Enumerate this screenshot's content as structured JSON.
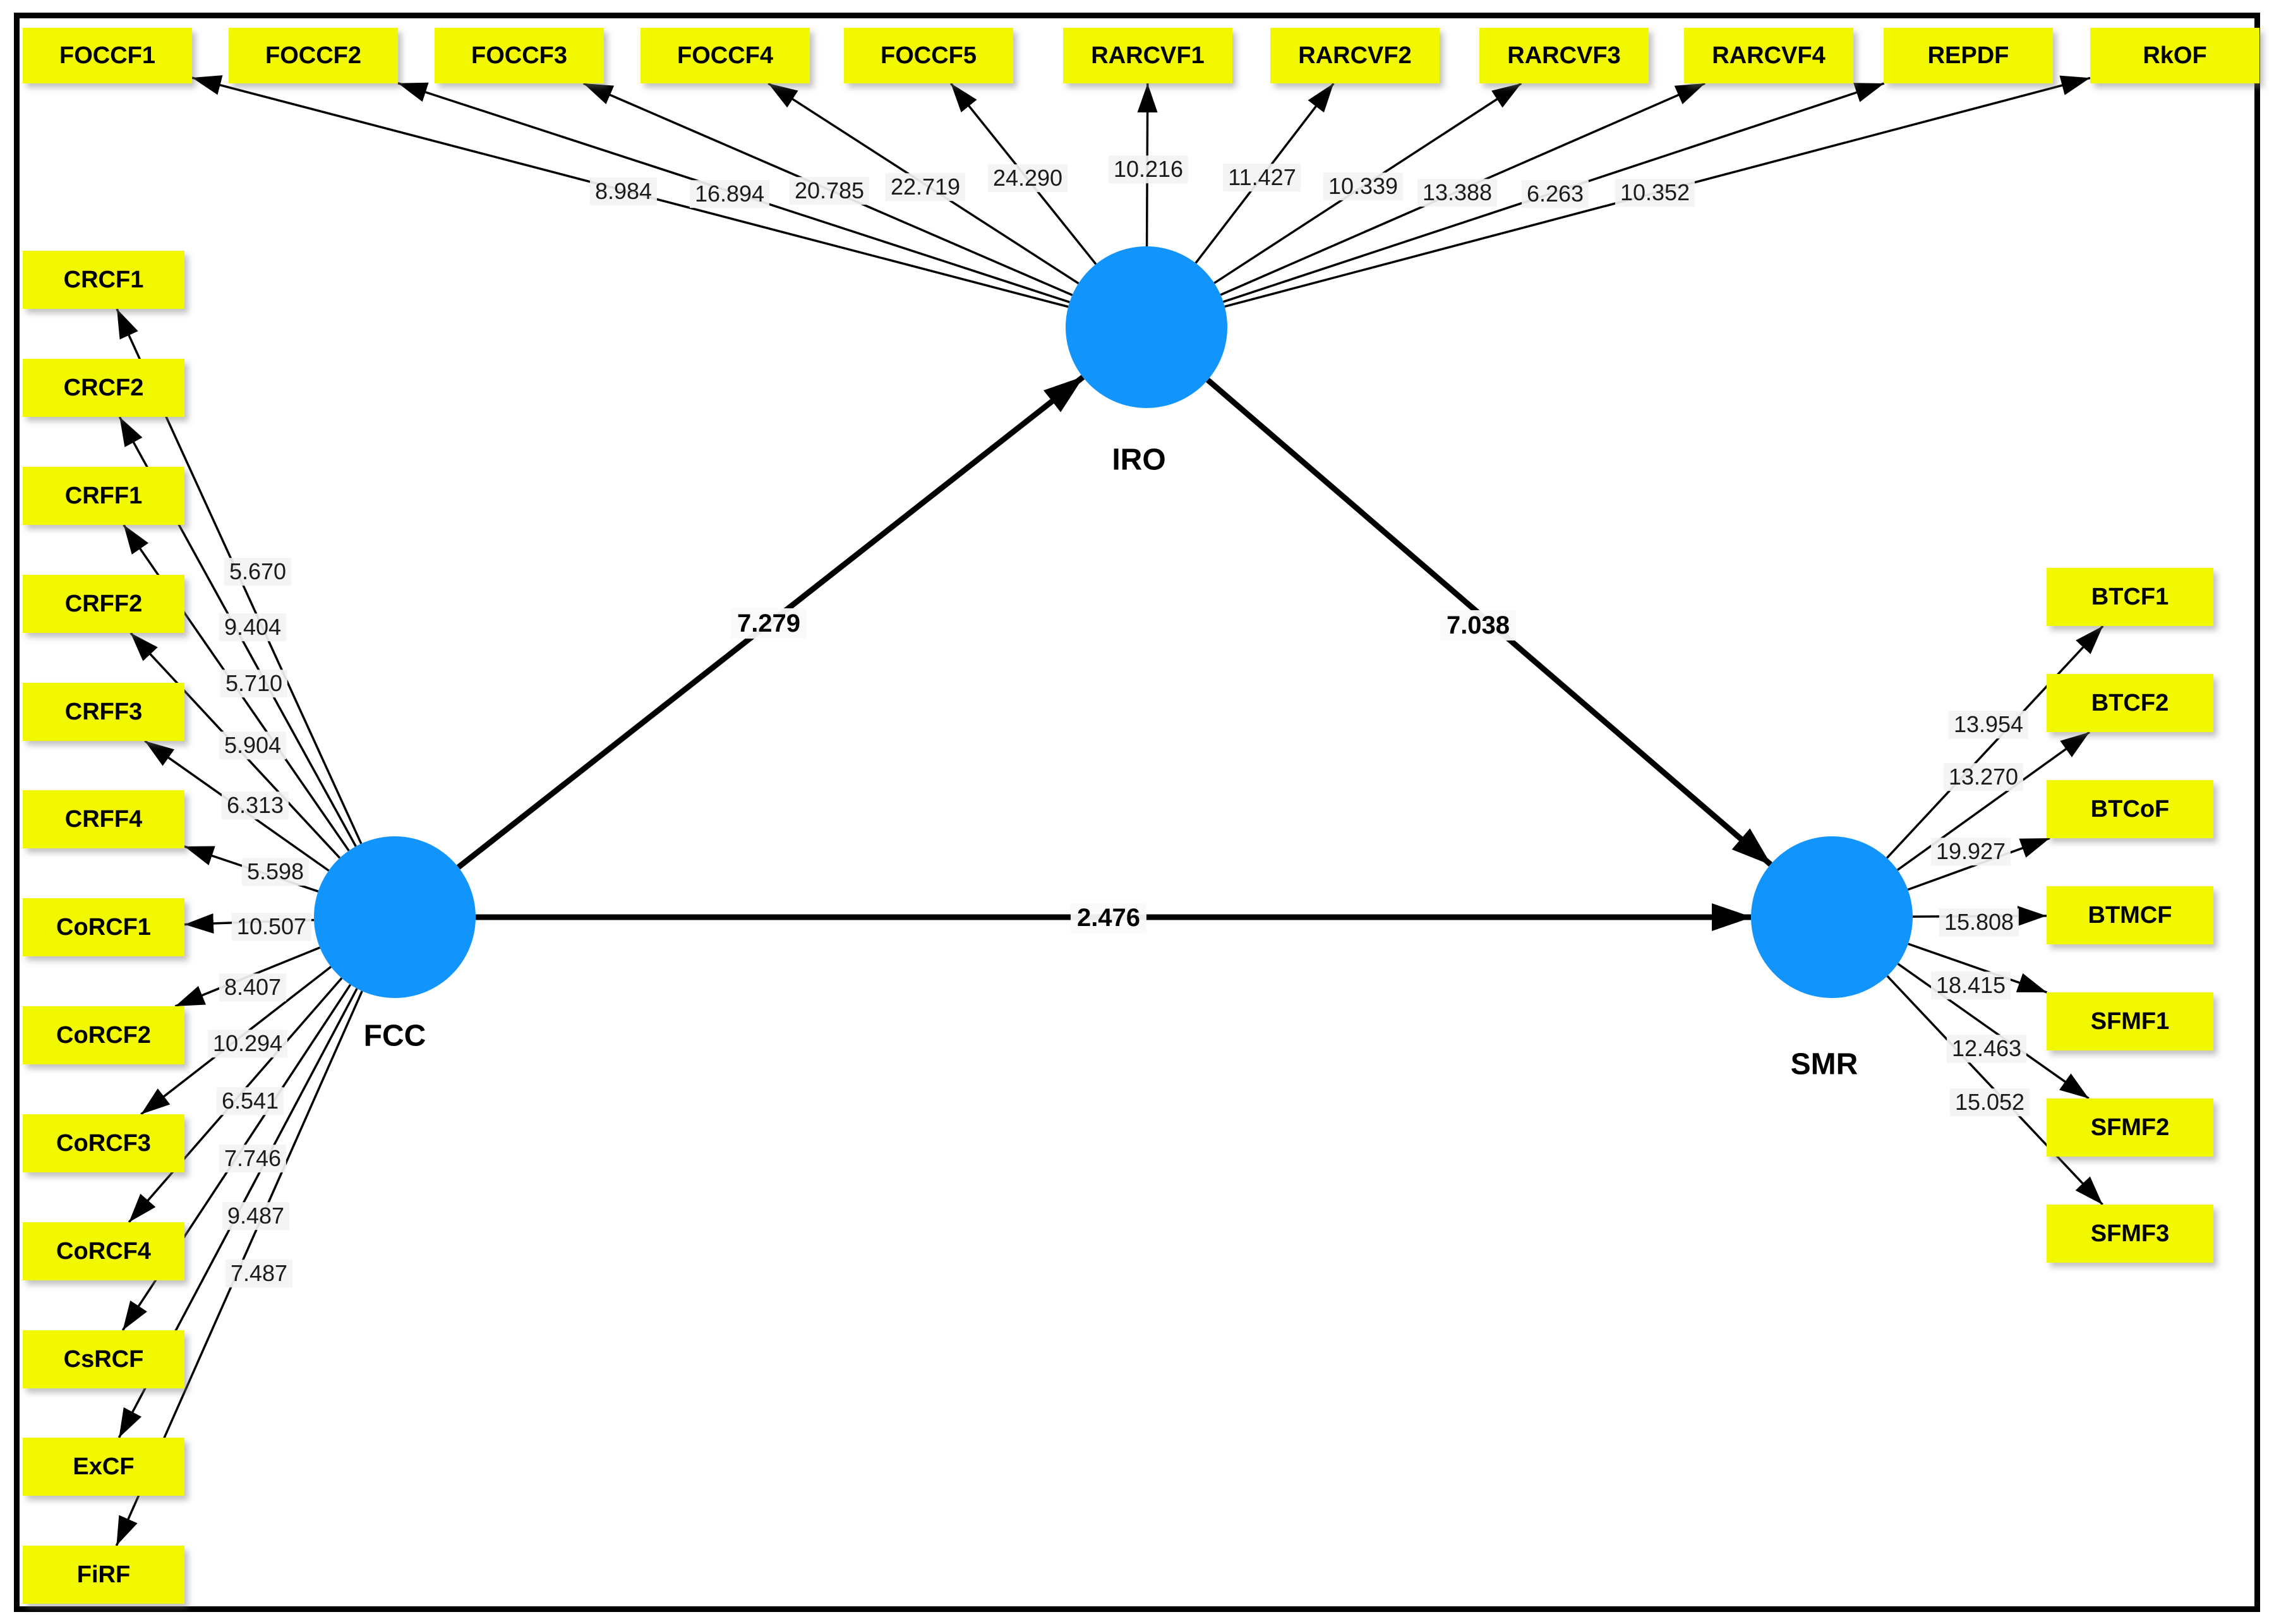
{
  "diagram": {
    "nodes": {
      "iro": {
        "label": "IRO"
      },
      "fcc": {
        "label": "FCC"
      },
      "smr": {
        "label": "SMR"
      }
    },
    "paths": {
      "fcc_iro": {
        "from": "FCC",
        "to": "IRO",
        "value": "7.279"
      },
      "iro_smr": {
        "from": "IRO",
        "to": "SMR",
        "value": "7.038"
      },
      "fcc_smr": {
        "from": "FCC",
        "to": "SMR",
        "value": "2.476"
      }
    },
    "indicators": {
      "top": [
        {
          "label": "FOCCF1",
          "value": "8.984"
        },
        {
          "label": "FOCCF2",
          "value": "16.894"
        },
        {
          "label": "FOCCF3",
          "value": "20.785"
        },
        {
          "label": "FOCCF4",
          "value": "22.719"
        },
        {
          "label": "FOCCF5",
          "value": "24.290"
        },
        {
          "label": "RARCVF1",
          "value": "10.216"
        },
        {
          "label": "RARCVF2",
          "value": "11.427"
        },
        {
          "label": "RARCVF3",
          "value": "10.339"
        },
        {
          "label": "RARCVF4",
          "value": "13.388"
        },
        {
          "label": "REPDF",
          "value": "6.263"
        },
        {
          "label": "RkOF",
          "value": "10.352"
        }
      ],
      "left": [
        {
          "label": "CRCF1",
          "value": "5.670"
        },
        {
          "label": "CRCF2",
          "value": "9.404"
        },
        {
          "label": "CRFF1",
          "value": "5.710"
        },
        {
          "label": "CRFF2",
          "value": "5.904"
        },
        {
          "label": "CRFF3",
          "value": "6.313"
        },
        {
          "label": "CRFF4",
          "value": "5.598"
        },
        {
          "label": "CoRCF1",
          "value": "10.507"
        },
        {
          "label": "CoRCF2",
          "value": "8.407"
        },
        {
          "label": "CoRCF3",
          "value": "10.294"
        },
        {
          "label": "CoRCF4",
          "value": "6.541"
        },
        {
          "label": "CsRCF",
          "value": "7.746"
        },
        {
          "label": "ExCF",
          "value": "9.487"
        },
        {
          "label": "FiRF",
          "value": "7.487"
        }
      ],
      "right": [
        {
          "label": "BTCF1",
          "value": "13.954"
        },
        {
          "label": "BTCF2",
          "value": "13.270"
        },
        {
          "label": "BTCoF",
          "value": "19.927"
        },
        {
          "label": "BTMCF",
          "value": "15.808"
        },
        {
          "label": "SFMF1",
          "value": "18.415"
        },
        {
          "label": "SFMF2",
          "value": "12.463"
        },
        {
          "label": "SFMF3",
          "value": "15.052"
        }
      ]
    },
    "colors": {
      "node_fill": "#1194fc",
      "indicator_fill": "#f2f800",
      "arrow": "#000000"
    }
  }
}
